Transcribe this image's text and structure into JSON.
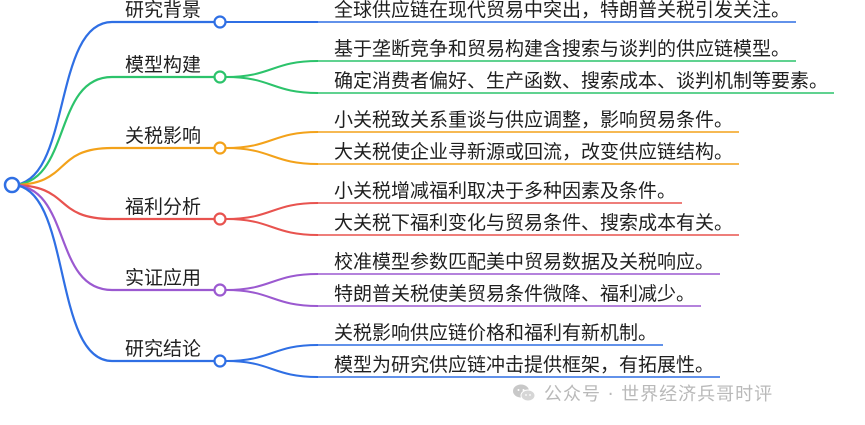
{
  "mindmap": {
    "root_color": "#2f6fe4",
    "branches": [
      {
        "label": "研究背景",
        "color": "#2f6fe4",
        "leaves": [
          "全球供应链在现代贸易中突出，特朗普关税引发关注。"
        ]
      },
      {
        "label": "模型构建",
        "color": "#2cc36b",
        "leaves": [
          "基于垄断竞争和贸易构建含搜索与谈判的供应链模型。",
          "确定消费者偏好、生产函数、搜索成本、谈判机制等要素。"
        ]
      },
      {
        "label": "关税影响",
        "color": "#f3a21a",
        "leaves": [
          "小关税致关系重谈与供应调整，影响贸易条件。",
          "大关税使企业寻新源或回流，改变供应链结构。"
        ]
      },
      {
        "label": "福利分析",
        "color": "#e8534f",
        "leaves": [
          "小关税增减福利取决于多种因素及条件。",
          "大关税下福利变化与贸易条件、搜索成本有关。"
        ]
      },
      {
        "label": "实证应用",
        "color": "#9b59d0",
        "leaves": [
          "校准模型参数匹配美中贸易数据及关税响应。",
          "特朗普关税使美贸易条件微降、福利减少。"
        ]
      },
      {
        "label": "研究结论",
        "color": "#2f6fe4",
        "leaves": [
          "关税影响供应链价格和福利有新机制。",
          "模型为研究供应链冲击提供框架，有拓展性。"
        ]
      }
    ]
  },
  "watermark": {
    "text": "公众号 · 世界经济兵哥时评",
    "icon": "wechat-icon"
  }
}
